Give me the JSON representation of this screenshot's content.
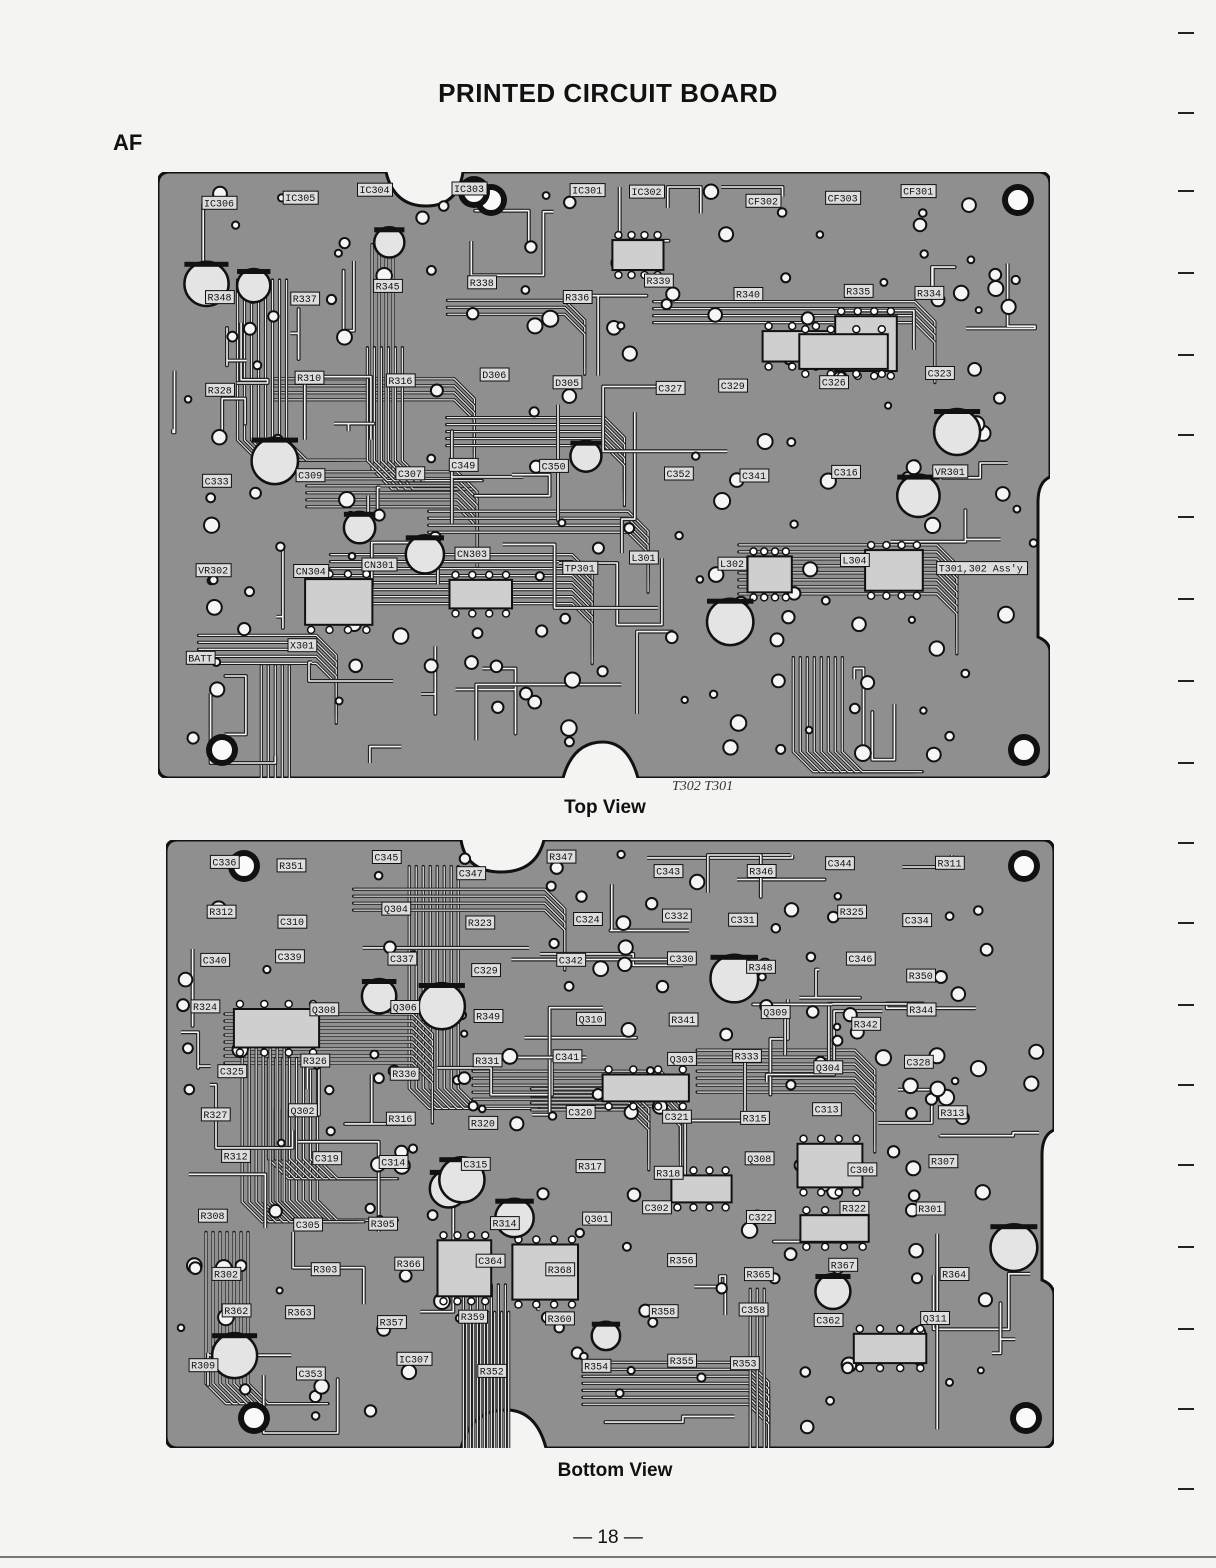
{
  "page": {
    "title": "PRINTED CIRCUIT BOARD",
    "section": "AF",
    "top_caption": "Top View",
    "bottom_caption": "Bottom View",
    "page_number": "— 18 —",
    "handwritten_note": "T302  T301"
  },
  "top_board": {
    "labels": [
      "IC306",
      "IC305",
      "IC304",
      "IC303",
      "IC301",
      "IC302",
      "CF302",
      "CF303",
      "CF301",
      "R348",
      "R337",
      "R345",
      "R338",
      "R336",
      "R339",
      "R340",
      "R335",
      "R334",
      "R328",
      "R310",
      "R316",
      "D306",
      "D305",
      "C327",
      "C329",
      "C326",
      "C323",
      "C333",
      "C309",
      "C307",
      "C349",
      "C350",
      "C352",
      "C341",
      "C316",
      "VR301",
      "VR302",
      "CN304",
      "CN301",
      "CN303",
      "TP301",
      "L301",
      "L302",
      "L304",
      "T301,302 Ass'y",
      "BATT",
      "X301"
    ]
  },
  "bottom_board": {
    "labels": [
      "C336",
      "R351",
      "C345",
      "C347",
      "R347",
      "C343",
      "R346",
      "C344",
      "R311",
      "R312",
      "C310",
      "Q304",
      "R323",
      "C324",
      "C332",
      "C331",
      "R325",
      "C334",
      "C340",
      "C339",
      "C337",
      "C329",
      "C342",
      "C330",
      "R348",
      "C346",
      "R350",
      "R324",
      "Q308",
      "Q306",
      "R349",
      "Q310",
      "R341",
      "Q309",
      "R342",
      "R344",
      "C325",
      "R326",
      "R330",
      "R331",
      "C341",
      "Q303",
      "R333",
      "Q304",
      "C328",
      "R327",
      "Q302",
      "R316",
      "R320",
      "C320",
      "C321",
      "R315",
      "C313",
      "R313",
      "R312",
      "C319",
      "C314",
      "C315",
      "R317",
      "R318",
      "Q308",
      "C306",
      "R307",
      "R308",
      "C305",
      "R305",
      "R314",
      "Q301",
      "C302",
      "C322",
      "R322",
      "R301",
      "R302",
      "R303",
      "R366",
      "C364",
      "R368",
      "R356",
      "R365",
      "R367",
      "R364",
      "R362",
      "R363",
      "R357",
      "R359",
      "R360",
      "R358",
      "C358",
      "C362",
      "Q311",
      "R309",
      "C353",
      "IC307",
      "R352",
      "R354",
      "R355",
      "R353"
    ]
  }
}
